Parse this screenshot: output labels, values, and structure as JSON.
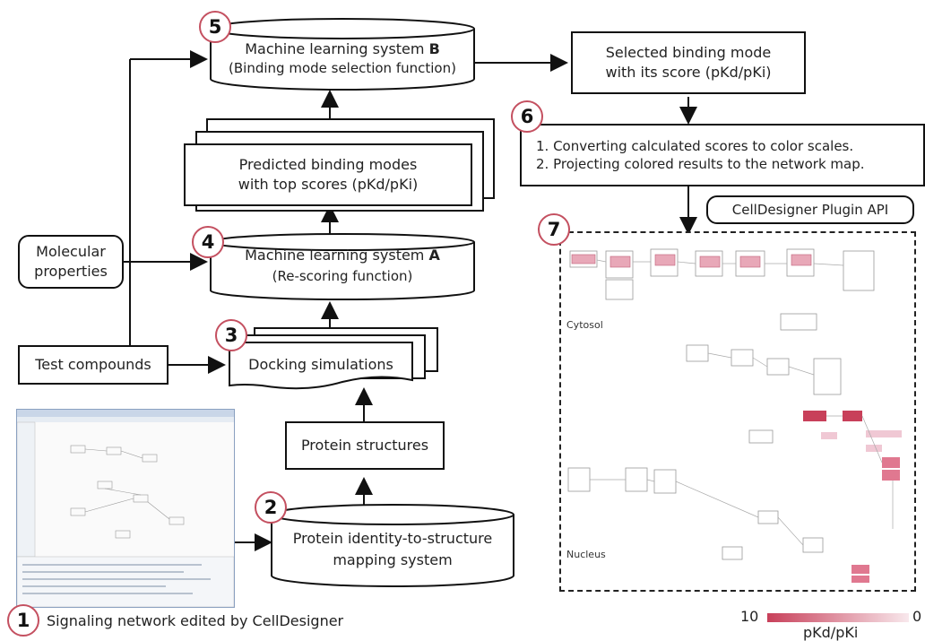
{
  "steps": {
    "s5": {
      "num": "5",
      "line1": "Machine learning system ",
      "line1_bold": "B",
      "line2": "(Binding mode selection function)"
    },
    "selected": {
      "line1": "Selected binding mode",
      "line2": "with its score (pKd/pKi)"
    },
    "s6": {
      "num": "6",
      "line1": "1. Converting calculated scores to color scales.",
      "line2": "2. Projecting colored results to the network map."
    },
    "api": {
      "label": "CellDesigner Plugin API"
    },
    "predicted": {
      "line1": "Predicted binding modes",
      "line2": "with top scores (pKd/pKi)"
    },
    "s4": {
      "num": "4",
      "line1": "Machine learning system ",
      "line1_bold": "A",
      "line2": "(Re-scoring function)"
    },
    "molecular": {
      "line1": "Molecular",
      "line2": "properties"
    },
    "s3": {
      "num": "3",
      "label": "Docking simulations"
    },
    "test": {
      "label": "Test compounds"
    },
    "protein_structures": {
      "label": "Protein structures"
    },
    "s2": {
      "num": "2",
      "line1": "Protein identity-to-structure",
      "line2": "mapping system"
    },
    "s1": {
      "num": "1",
      "label": "Signaling network edited by CellDesigner"
    },
    "s7": {
      "num": "7",
      "cytosol": "Cytosol",
      "nucleus": "Nucleus"
    }
  },
  "legend": {
    "max": "10",
    "min": "0",
    "label": "pKd/pKi",
    "color_high": "#c8405a",
    "color_low": "#f8e8ec"
  }
}
